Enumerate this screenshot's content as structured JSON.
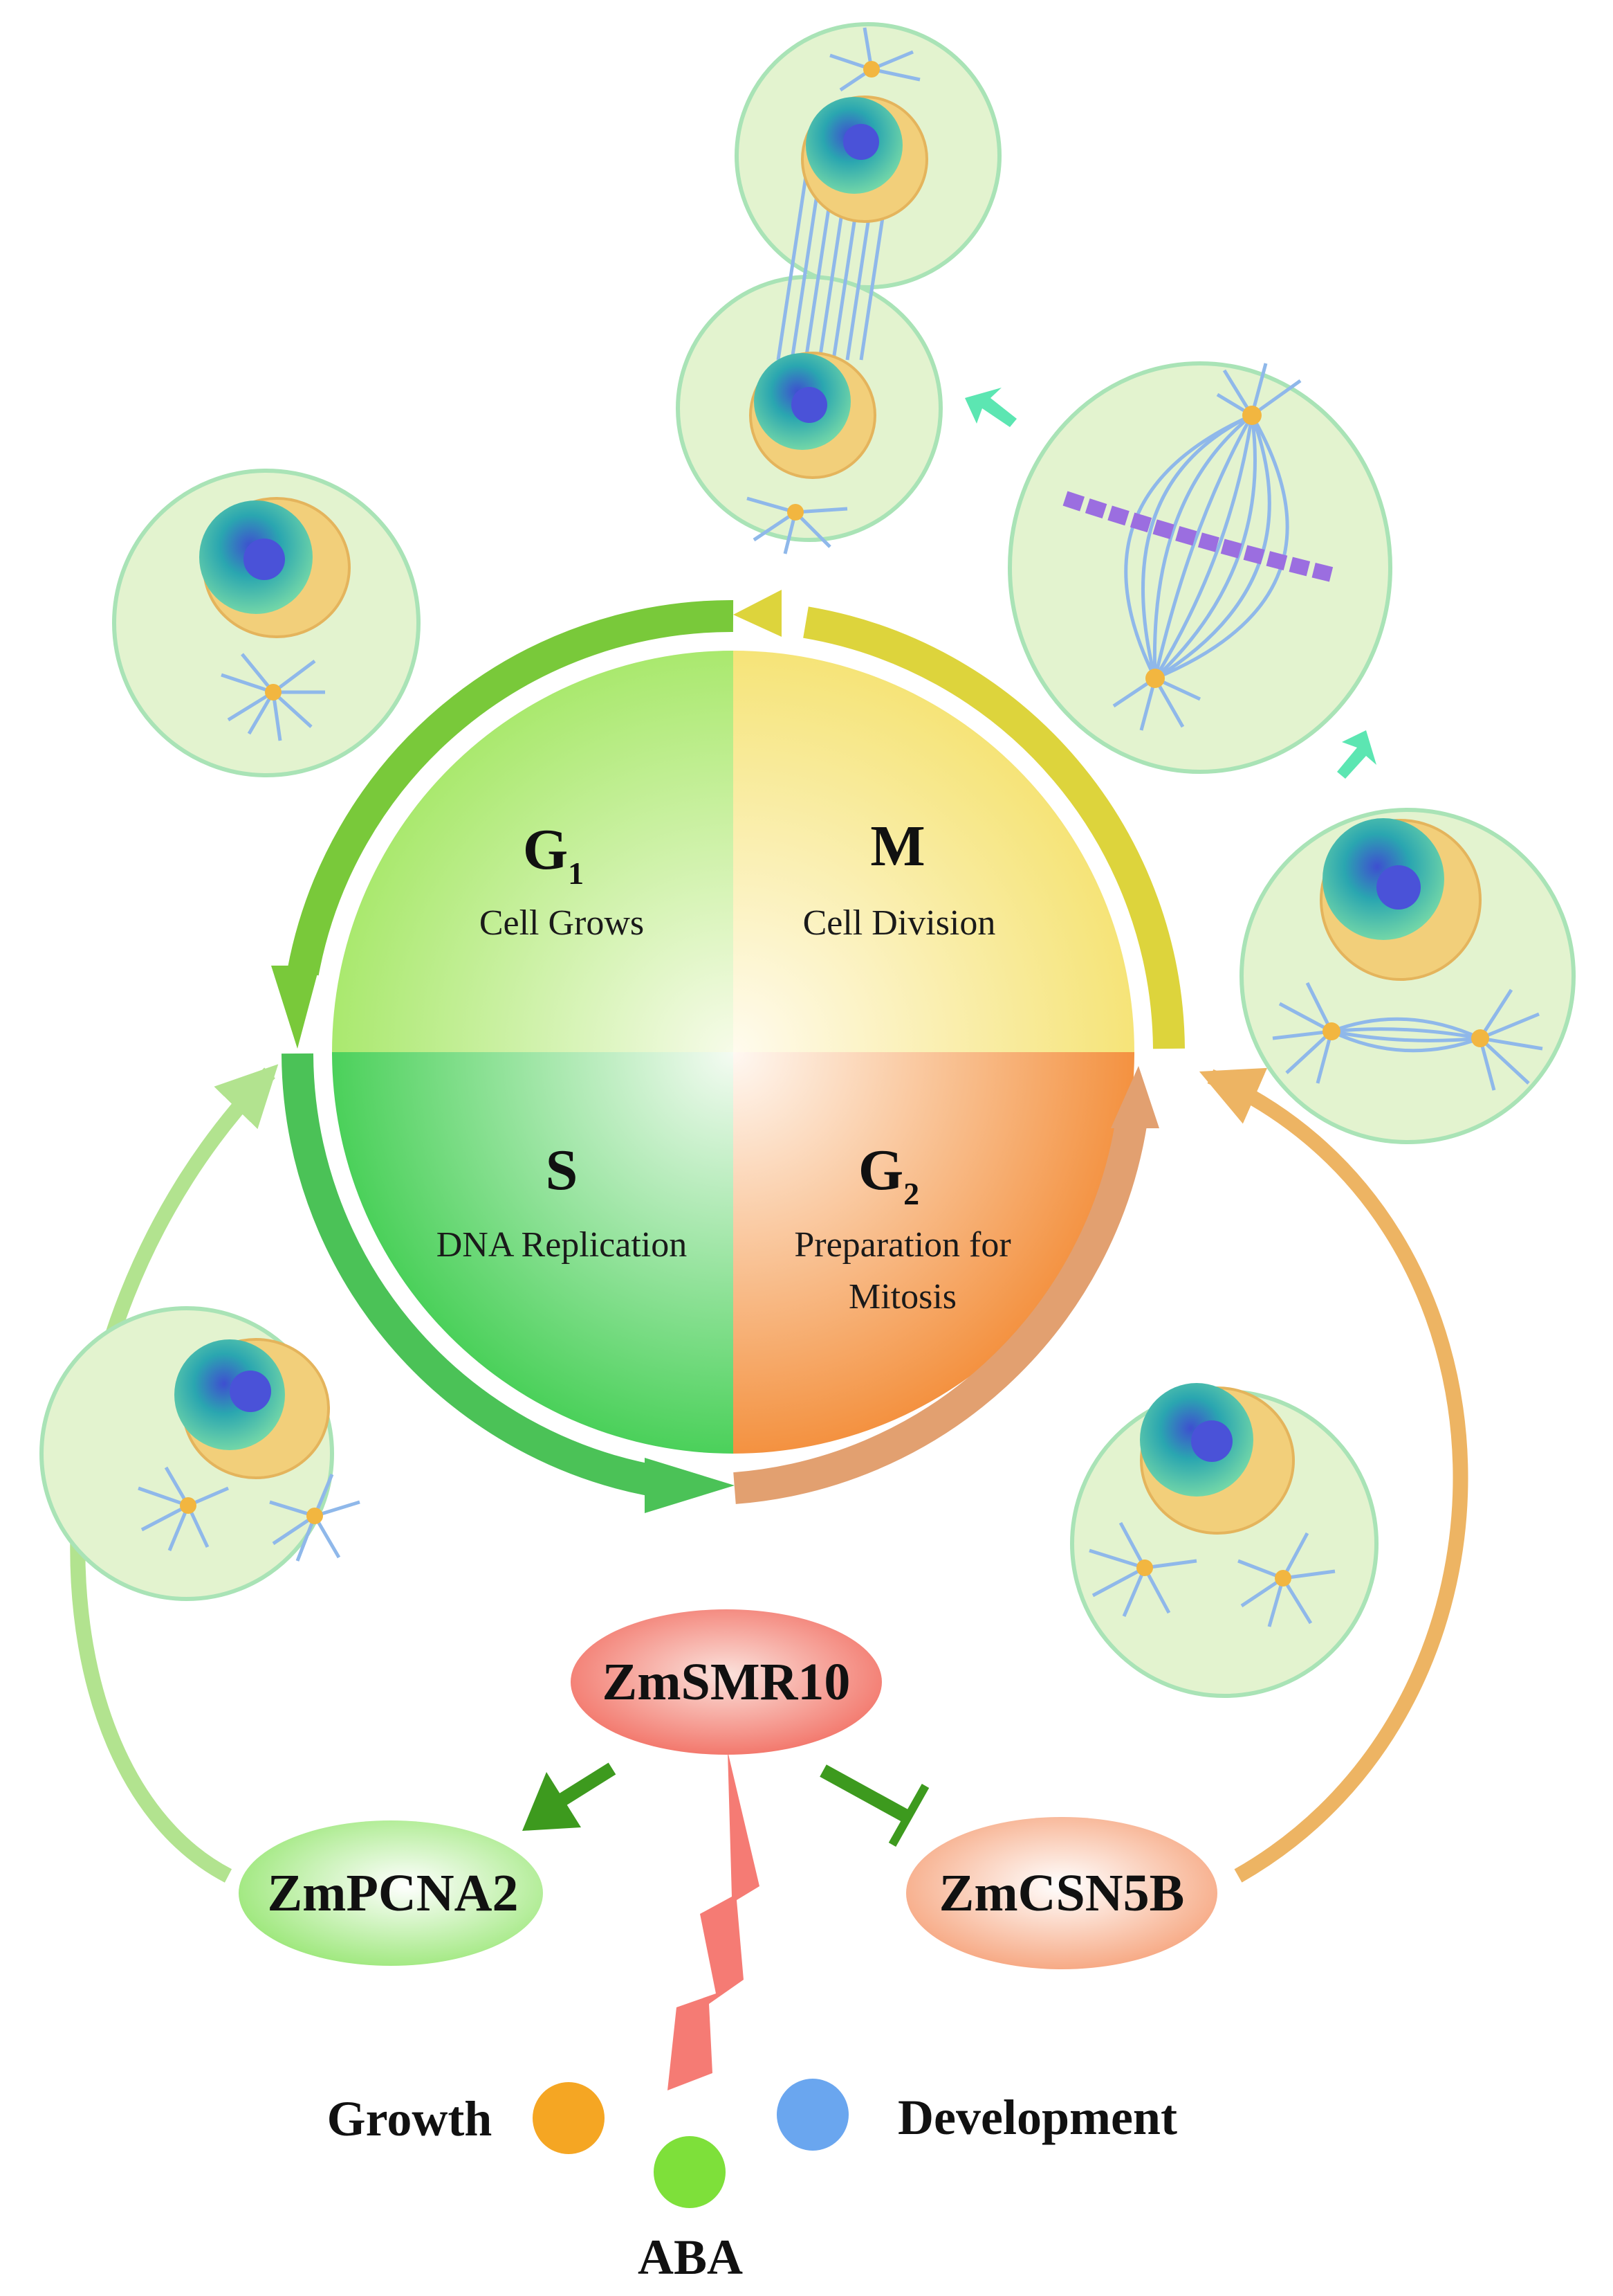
{
  "cycle": {
    "g1": {
      "letter": "G",
      "subscript": "1",
      "description": "Cell Grows"
    },
    "m": {
      "letter": "M",
      "description": "Cell Division"
    },
    "s": {
      "letter": "S",
      "description": "DNA Replication"
    },
    "g2": {
      "letter": "G",
      "subscript": "2",
      "description_line1": "Preparation for",
      "description_line2": "Mitosis"
    }
  },
  "regulators": {
    "center": "ZmSMR10",
    "left": "ZmPCNA2",
    "right": "ZmCSN5B"
  },
  "legend": {
    "growth": {
      "label": "Growth",
      "color": "#f5a623"
    },
    "aba": {
      "label": "ABA",
      "color": "#7ee03a"
    },
    "development": {
      "label": "Development",
      "color": "#6aa6ef"
    }
  },
  "colors": {
    "g1_arrow": "#79c93a",
    "m_arrow": "#ddd43c",
    "s_arrow": "#4bc257",
    "g2_arrow": "#e2a070",
    "left_loop": "#b2e38f",
    "right_loop": "#edb463",
    "activation_arrow": "#3d9a1e",
    "inhibition_bar": "#3d9a1e",
    "signal_bolt": "#f57b74",
    "cell_fill": "#e3f3cf",
    "cell_stroke": "#a9e3b6",
    "spindle": "#8fb8ea",
    "centrosome": "#f2b640",
    "chromosomes": "#9b6ee0"
  }
}
